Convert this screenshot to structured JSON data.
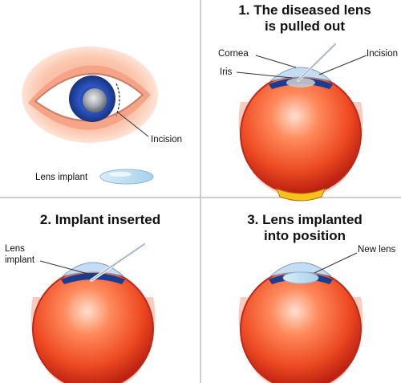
{
  "panels": {
    "p1": {
      "title_line1": "1. The diseased lens",
      "title_line2": "is pulled out",
      "labels": {
        "cornea": "Cornea",
        "iris": "Iris",
        "incision": "Incision"
      }
    },
    "top_left": {
      "labels": {
        "incision": "Incision",
        "lens_implant": "Lens implant"
      }
    },
    "p2": {
      "title": "2. Implant inserted",
      "labels": {
        "lens_line1": "Lens",
        "lens_line2": "implant"
      }
    },
    "p3": {
      "title_line1": "3. Lens implanted",
      "title_line2": "into position",
      "labels": {
        "new_lens": "New lens"
      }
    }
  },
  "colors": {
    "divider": "#bdbdbd",
    "eyeball_light": "#ffd9c8",
    "eyeball_mid": "#f25a2a",
    "eyeball_dark": "#b81e10",
    "cornea": "#c6dcf3",
    "iris": "#1a3d92",
    "optic_nerve": "#f7c21a",
    "skin": "#f9b79a",
    "instrument": "#e8edf2"
  },
  "icons": [
    "eye-front-icon",
    "intraocular-lens-icon",
    "eyeball-section-icon",
    "surgical-instrument-icon"
  ]
}
